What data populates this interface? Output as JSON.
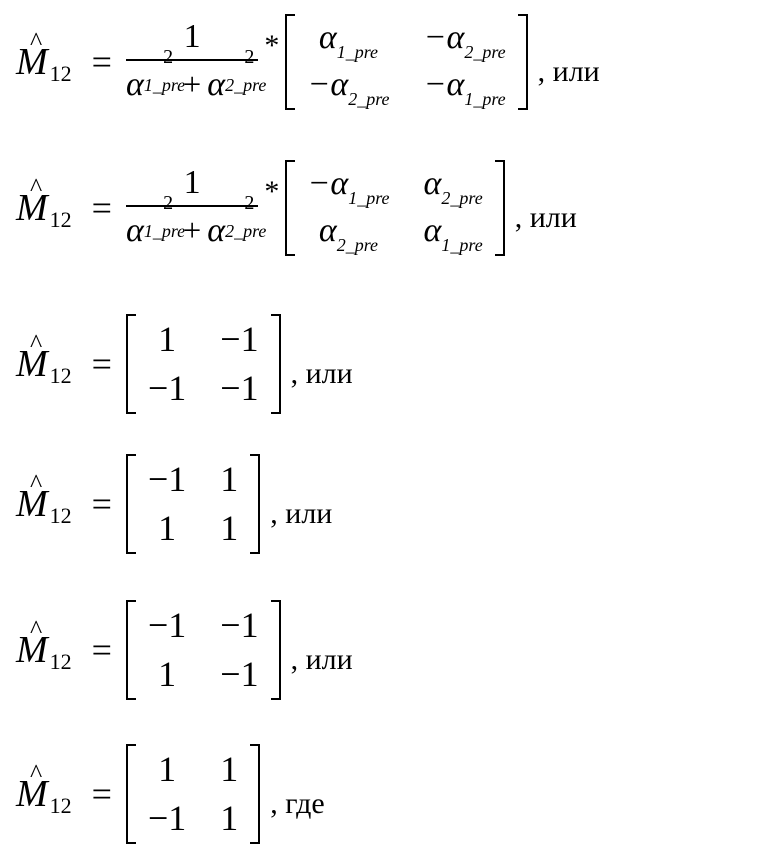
{
  "lhs": {
    "symbol": "M",
    "hat": "^",
    "subscript": "12",
    "equals": "="
  },
  "fraction": {
    "numerator": "1",
    "alpha": "α",
    "sub1": "1_pre",
    "sub2": "2_pre",
    "power": "2",
    "plus": "+"
  },
  "star": "*",
  "equations": [
    {
      "cells": [
        "α",
        "−α",
        "−α",
        "−α"
      ],
      "subs": [
        "1_pre",
        "2_pre",
        "2_pre",
        "1_pre"
      ],
      "tail": ", или"
    },
    {
      "cells": [
        "−α",
        "α",
        "α",
        "α"
      ],
      "subs": [
        "1_pre",
        "2_pre",
        "2_pre",
        "1_pre"
      ],
      "tail": ", или"
    },
    {
      "cells": [
        "1",
        "−1",
        "−1",
        "−1"
      ],
      "tail": ", или"
    },
    {
      "cells": [
        "−1",
        "1",
        "1",
        "1"
      ],
      "tail": ", или"
    },
    {
      "cells": [
        "−1",
        "−1",
        "1",
        "−1"
      ],
      "tail": ", или"
    },
    {
      "cells": [
        "1",
        "1",
        "−1",
        "1"
      ],
      "tail": ", где"
    }
  ]
}
